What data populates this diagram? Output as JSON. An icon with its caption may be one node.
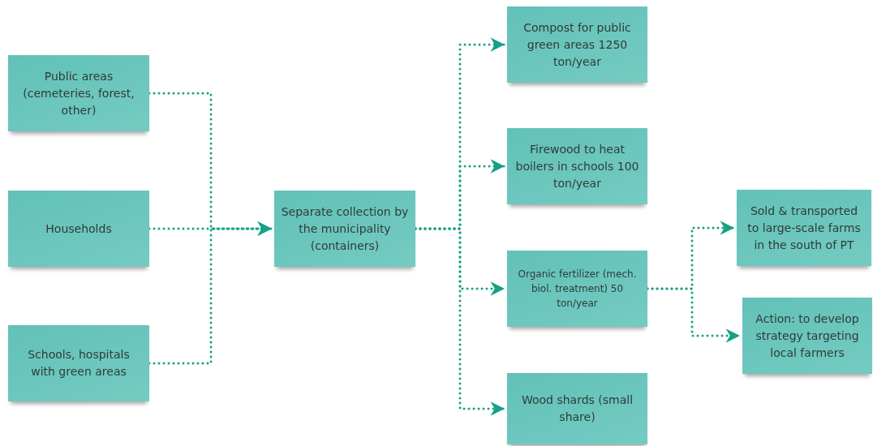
{
  "diagram": {
    "nodes": [
      {
        "text": [
          "Public areas (cemeteries, forest, other)"
        ]
      },
      {
        "text": [
          "Households"
        ]
      },
      {
        "text": [
          "Schools, hospitals with green areas"
        ]
      },
      {
        "text": [
          "Separate collection by the municipality (containers)"
        ]
      },
      {
        "text": [
          "Compost for public green areas 1250 ton/year"
        ]
      },
      {
        "text": [
          "Firewood to heat boilers in schools 100 ton/year"
        ]
      },
      {
        "text": [
          "Organic fertilizer (mech. biol. treatment) 50 ton/year"
        ]
      },
      {
        "text": [
          "Wood shards (small share)"
        ]
      },
      {
        "text": [
          "Sold & transported to large-scale farms in the south of PT"
        ]
      },
      {
        "text": [
          "Action: to develop strategy targeting local farmers"
        ]
      }
    ],
    "edges": [
      {
        "from": 0,
        "to": 3,
        "arrow": "to",
        "style": "dashed"
      },
      {
        "from": 1,
        "to": 3,
        "arrow": "to",
        "style": "dashed"
      },
      {
        "from": 2,
        "to": 3,
        "arrow": "to",
        "style": "dashed"
      },
      {
        "from": 3,
        "to": 4,
        "arrow": "to",
        "style": "dashed"
      },
      {
        "from": 3,
        "to": 5,
        "arrow": "to",
        "style": "dashed"
      },
      {
        "from": 3,
        "to": 6,
        "arrow": "to",
        "style": "dashed"
      },
      {
        "from": 3,
        "to": 7,
        "arrow": "to",
        "style": "dashed"
      },
      {
        "from": 6,
        "to": 8,
        "arrow": "to",
        "style": "dashed"
      },
      {
        "from": 6,
        "to": 9,
        "arrow": "to",
        "style": "dashed"
      }
    ]
  }
}
